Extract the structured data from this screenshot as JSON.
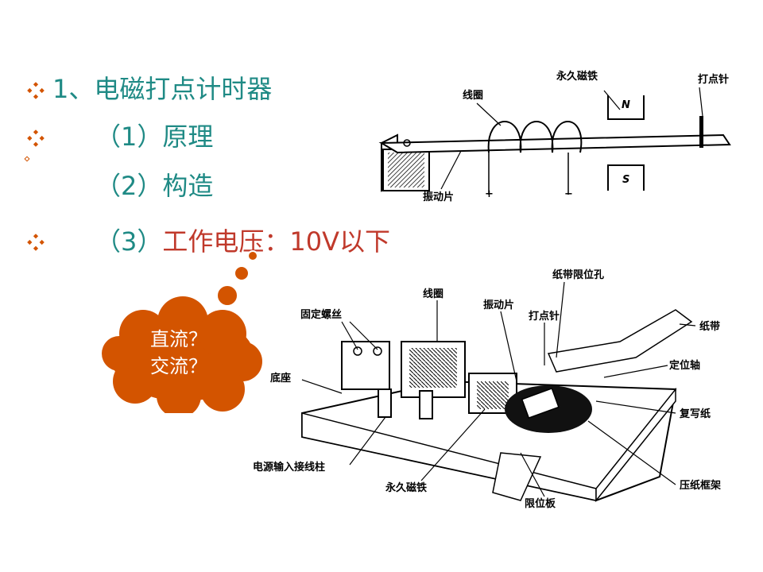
{
  "title": "1、电磁打点计时器",
  "items": [
    {
      "text": "（1）原理"
    },
    {
      "text": "（2）构造"
    },
    {
      "prefix": "（3）",
      "highlight": "工作电压：10V以下"
    }
  ],
  "cloud": {
    "line1": "直流？",
    "line2": "交流？"
  },
  "principle_diagram": {
    "labels": {
      "magnet": "永久磁铁",
      "needle": "打点针",
      "coil": "线圈",
      "reed": "振动片",
      "north": "N",
      "south": "S",
      "plus": "+",
      "minus": "−"
    }
  },
  "structure_diagram": {
    "labels": {
      "tape_hole": "纸带限位孔",
      "coil": "线圈",
      "screw": "固定螺丝",
      "reed": "振动片",
      "needle": "打点针",
      "tape": "纸带",
      "axis": "定位轴",
      "base": "底座",
      "carbon": "复写纸",
      "terminal": "电源输入接线柱",
      "magnet": "永久磁铁",
      "limit_plate": "限位板",
      "frame": "压纸框架"
    }
  },
  "colors": {
    "text": "#1f8a85",
    "highlight": "#c0392b",
    "cloud": "#d35400",
    "bullet": "#d35400"
  }
}
